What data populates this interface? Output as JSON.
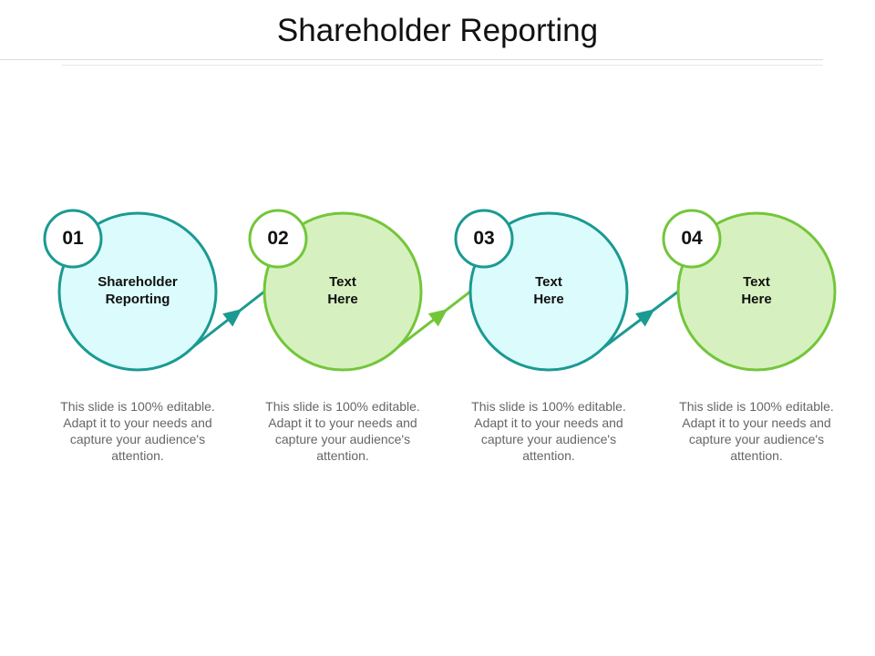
{
  "title": "Shareholder Reporting",
  "colors": {
    "teal": "#1a9a92",
    "teal_fill": "#dcfbfc",
    "green": "#73c63a",
    "green_fill": "#d6f1bf"
  },
  "steps": [
    {
      "number": "01",
      "label": "Shareholder\nReporting",
      "description": "This slide is 100% editable. Adapt it to your needs and capture your audience's attention.",
      "theme": "teal"
    },
    {
      "number": "02",
      "label": "Text\nHere",
      "description": "This slide is 100% editable. Adapt it to your needs and capture your audience's attention.",
      "theme": "green"
    },
    {
      "number": "03",
      "label": "Text\nHere",
      "description": "This slide is 100% editable. Adapt it to your needs and capture your audience's attention.",
      "theme": "teal"
    },
    {
      "number": "04",
      "label": "Text\nHere",
      "description": "This slide is 100% editable. Adapt it to your needs and capture your audience's attention.",
      "theme": "green"
    }
  ]
}
